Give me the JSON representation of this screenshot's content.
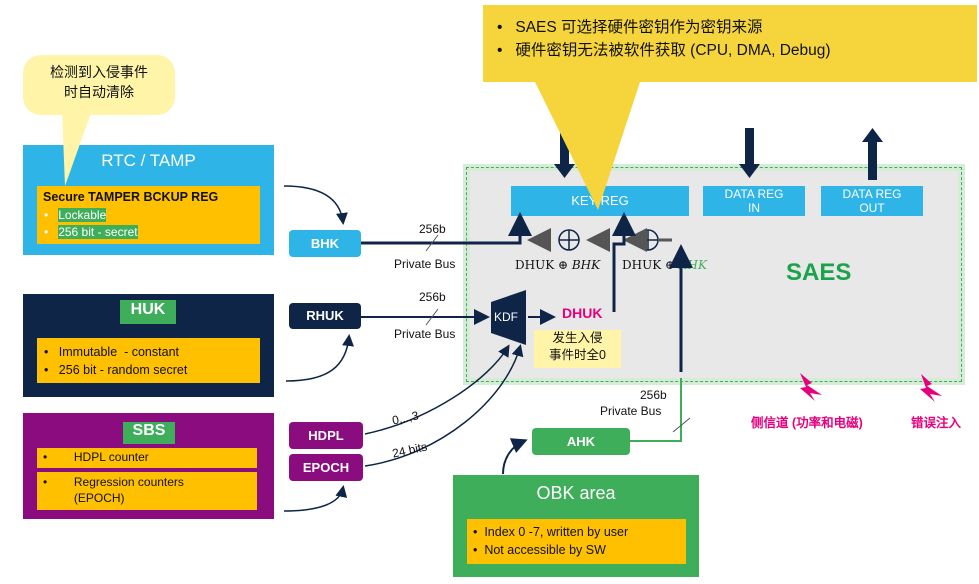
{
  "top_callout": {
    "line1": "SAES 可选择硬件密钥作为密钥来源",
    "line2": "硬件密钥无法被软件获取 (CPU, DMA, Debug)"
  },
  "tamper_callout": {
    "line1": "检测到入侵事件",
    "line2": "时自动清除"
  },
  "rtc": {
    "title": "RTC / TAMP",
    "inner_title": "Secure TAMPER BCKUP REG",
    "items": [
      "Lockable",
      "256 bit - secret"
    ]
  },
  "huk": {
    "title": "HUK",
    "items": [
      "Immutable  - constant",
      "256 bit - random secret"
    ]
  },
  "sbs": {
    "title": "SBS",
    "items": [
      "HDPL counter",
      "Regression counters\n(EPOCH)"
    ]
  },
  "obk": {
    "title": "OBK area",
    "items": [
      "Index 0 -7, written by user",
      "Not accessible by SW"
    ]
  },
  "keys": {
    "bhk": "BHK",
    "rhuk": "RHUK",
    "hdpl": "HDPL",
    "epoch": "EPOCH",
    "ahk": "AHK",
    "kdf": "KDF",
    "dhuk": "DHUK"
  },
  "bus": {
    "bits_256": "256b",
    "private_bus": "Private Bus",
    "hdpl_range": "0,..,3",
    "epoch_bits": "24 bits"
  },
  "saes": {
    "title": "SAES",
    "key_reg": "KEY REG",
    "data_in": "DATA REG\nIN",
    "data_out": "DATA REG\nOUT",
    "xor_label_1_prefix": "DHUK ⊕ ",
    "xor_label_1_key": "BHK",
    "xor_label_2_prefix": "DHUK ⊕ ",
    "xor_label_2_key": "AHK",
    "clear_note": "发生入侵\n事件时全0"
  },
  "attacks": {
    "side_channel": "侧信道 (功率和电磁)",
    "fault_injection": "错误注入"
  },
  "colors": {
    "cyan": "#2eb4e6",
    "navy": "#0f2547",
    "purple": "#8b0c7f",
    "green": "#3fae5a",
    "yellow": "#ffc000",
    "magenta": "#e6007e",
    "saes_green": "#1aa34a",
    "arrow": "#0f2547"
  }
}
